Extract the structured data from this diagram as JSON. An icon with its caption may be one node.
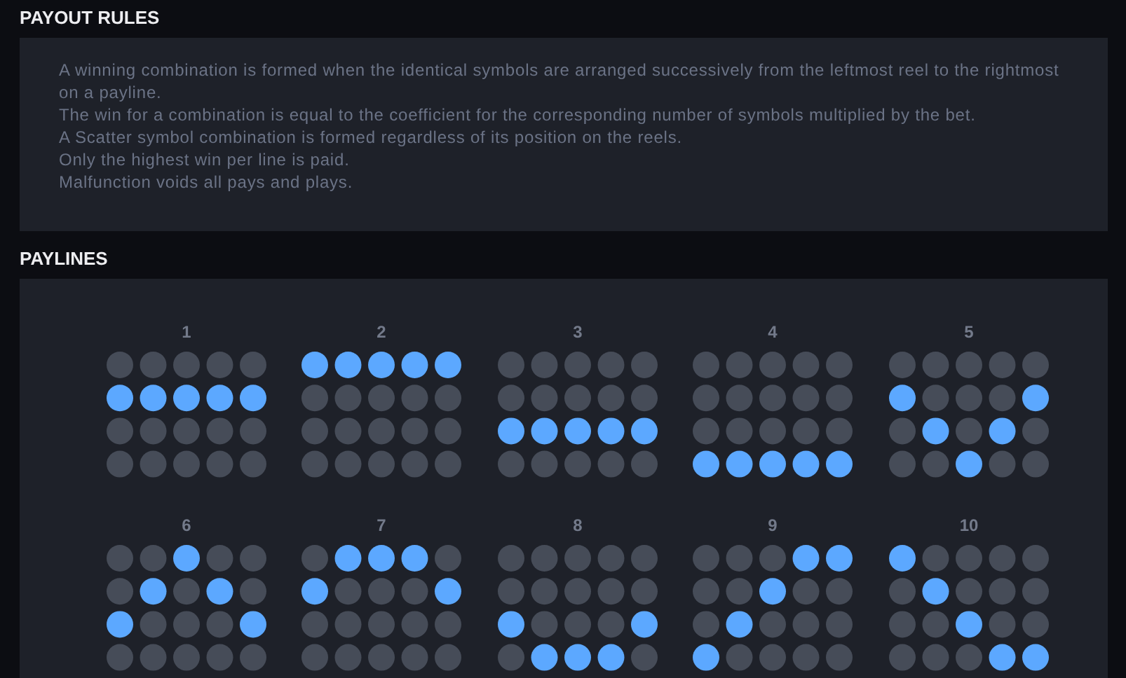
{
  "diagram": {
    "nodes": [
      {
        "text": [
          "PAYOUT RULES",
          "A winning combination is formed when the identical symbols are arranged successively from the leftmost reel to the rightmost on a payline.",
          "The win for a combination is equal to the coefficient for the corresponding number of symbols multiplied by the bet.",
          "A Scatter symbol combination is formed regardless of its position on the reels.",
          "Only the highest win per line is paid.",
          "Malfunction voids all pays and plays."
        ]
      },
      {
        "text": [
          "PAYLINES"
        ]
      },
      {
        "text": [
          "1"
        ],
        "in": 1
      },
      {
        "text": [
          "2"
        ],
        "in": 1
      },
      {
        "text": [
          "3"
        ],
        "in": 1
      },
      {
        "text": [
          "4"
        ],
        "in": 1
      },
      {
        "text": [
          "5"
        ],
        "in": 1
      },
      {
        "text": [
          "6"
        ],
        "in": 1
      },
      {
        "text": [
          "7"
        ],
        "in": 1
      },
      {
        "text": [
          "8"
        ],
        "in": 1
      },
      {
        "text": [
          "9"
        ],
        "in": 1
      },
      {
        "text": [
          "10"
        ],
        "in": 1
      }
    ]
  }
}
